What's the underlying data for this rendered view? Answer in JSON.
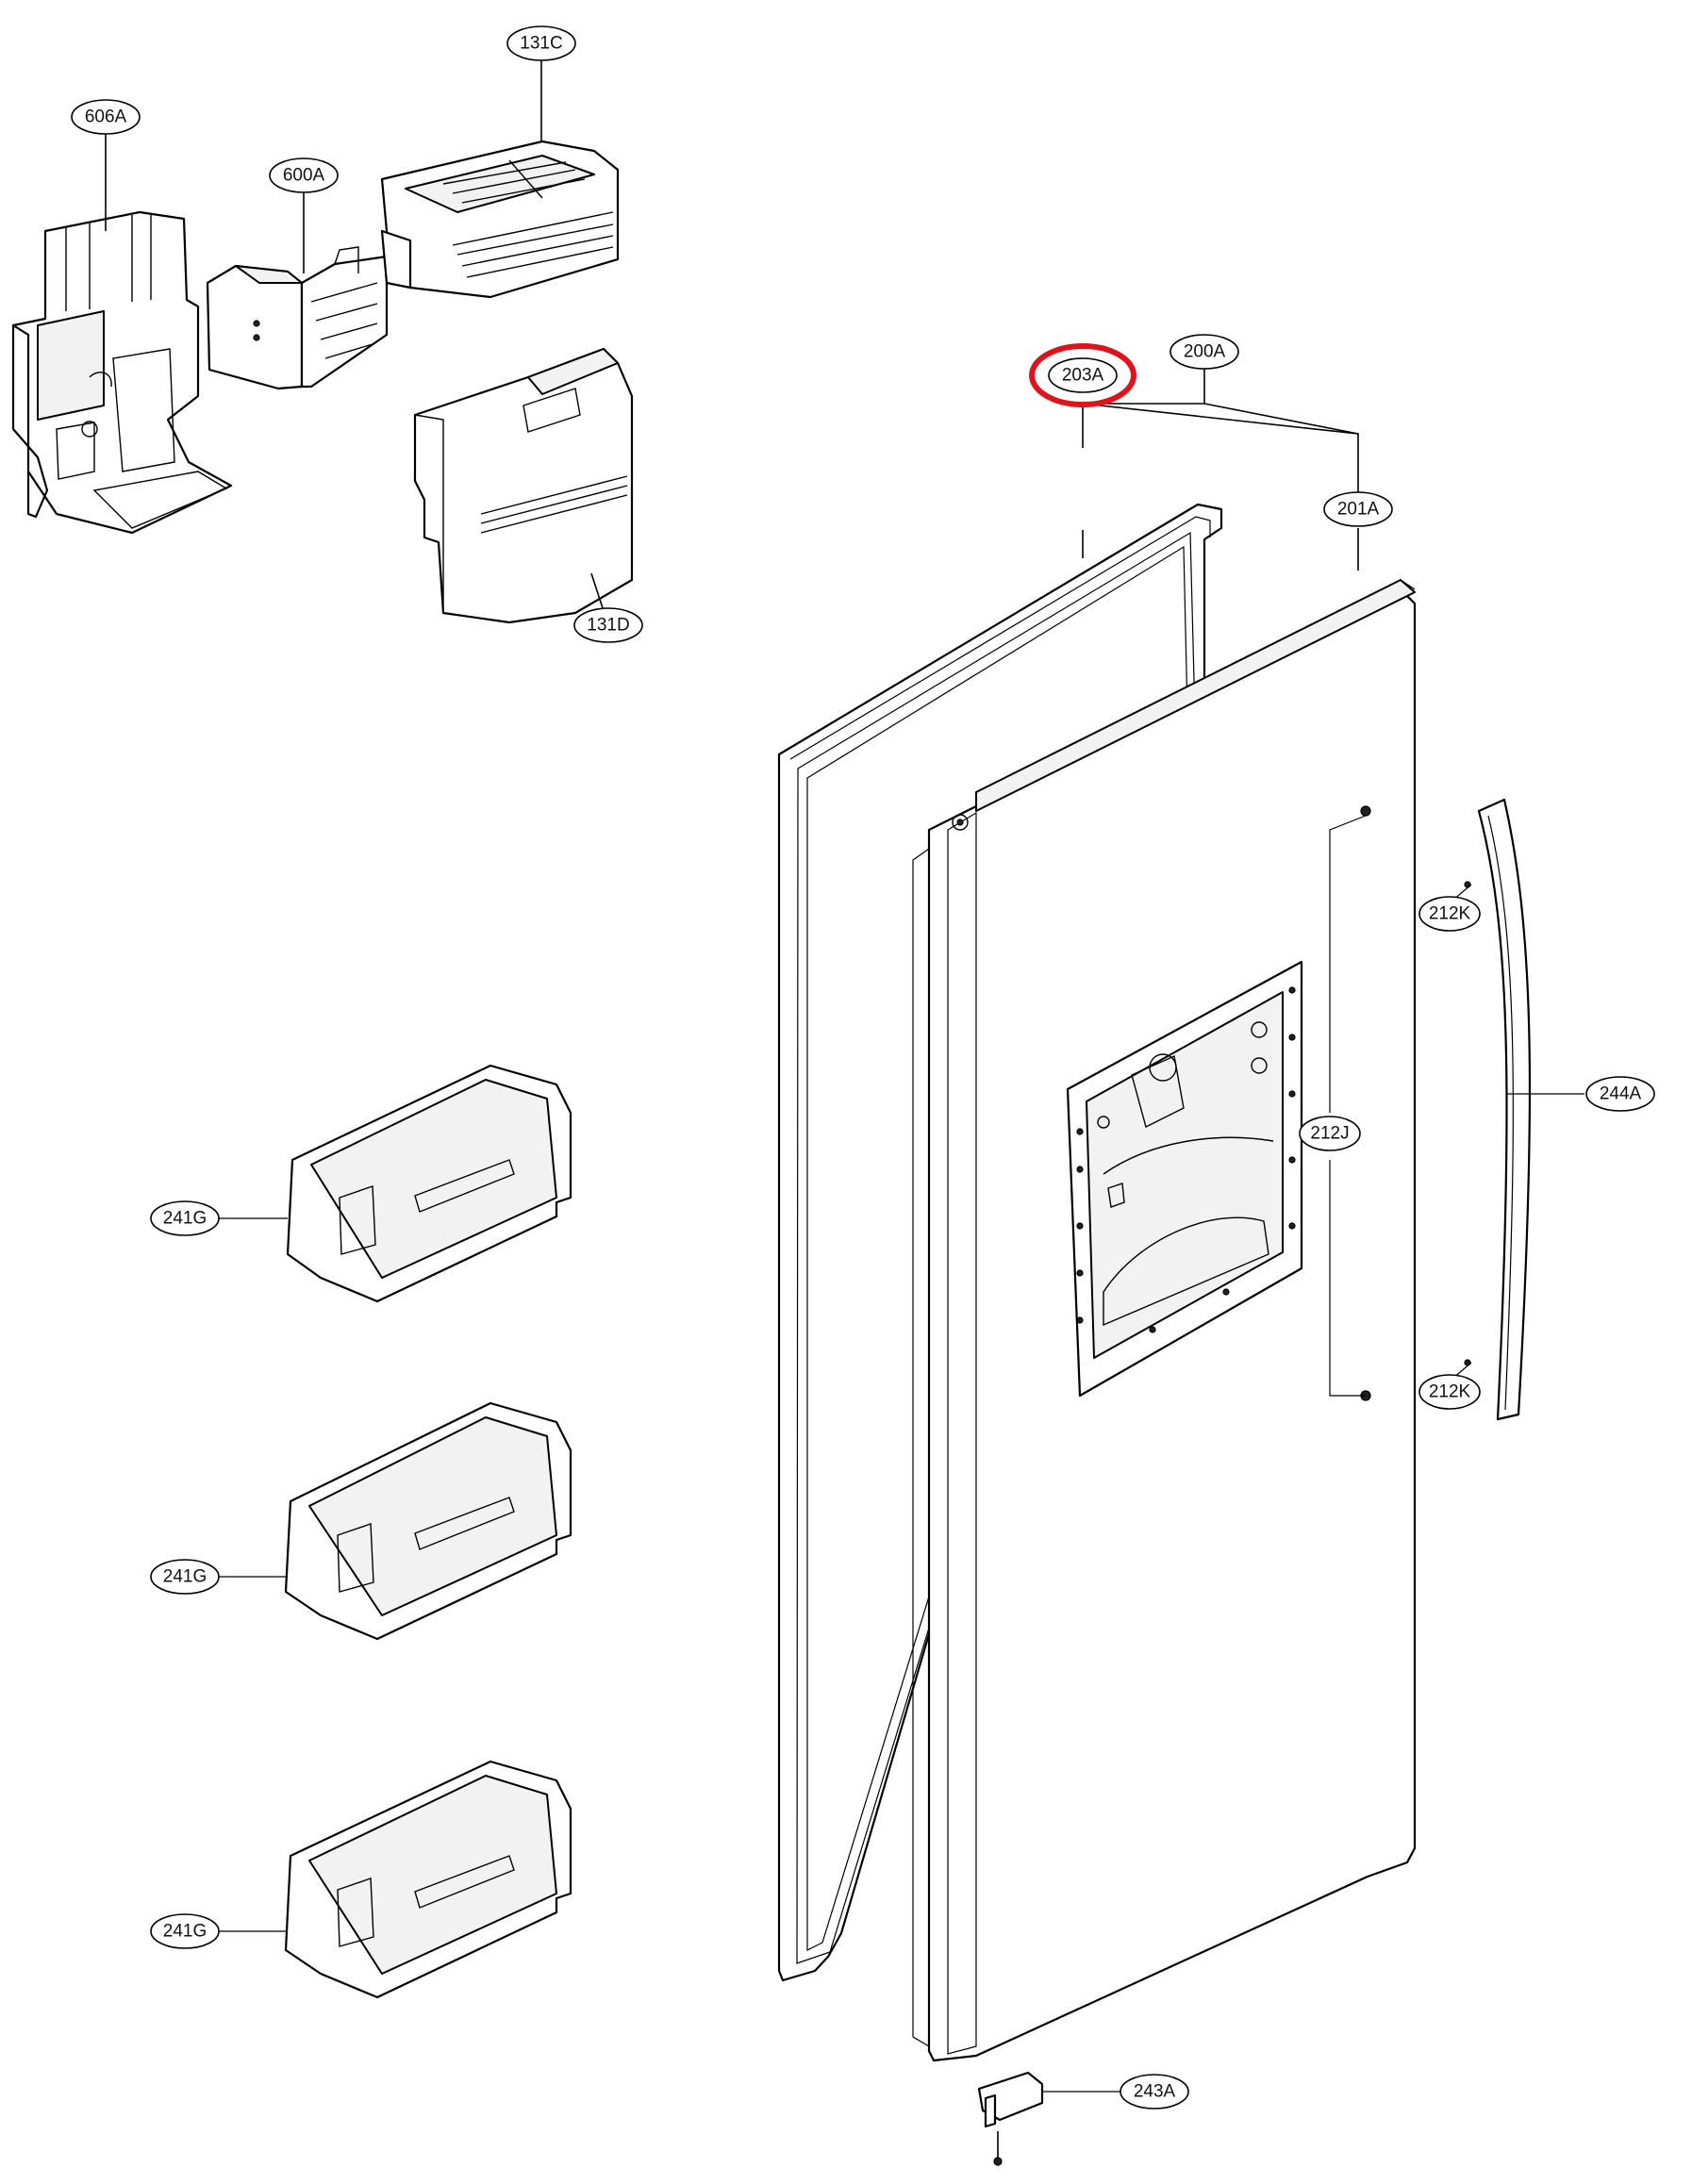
{
  "diagram": {
    "highlight_color": "#e0121a",
    "highlighted_part": "203A",
    "callouts": {
      "c_606A": "606A",
      "c_600A": "600A",
      "c_131C": "131C",
      "c_131D": "131D",
      "c_200A": "200A",
      "c_203A": "203A",
      "c_201A": "201A",
      "c_212K_top": "212K",
      "c_244A": "244A",
      "c_212J": "212J",
      "c_212K_bottom": "212K",
      "c_241G_1": "241G",
      "c_241G_2": "241G",
      "c_241G_3": "241G",
      "c_243A": "243A"
    }
  }
}
